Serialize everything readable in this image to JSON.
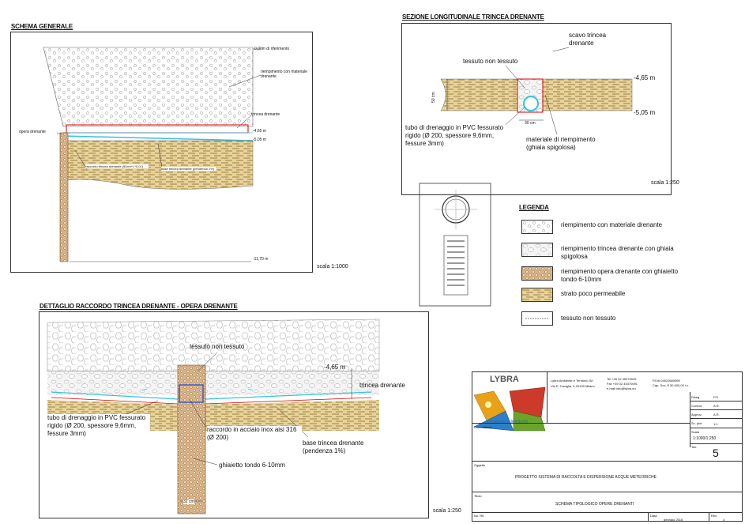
{
  "schema_generale": {
    "title": "SCHEMA GENERALE",
    "label_riferimento": "0,00m di riferimento",
    "label_riempimento": "riempimento con materiale drenante",
    "label_trincea": "trincea drenante",
    "label_opera": "opera drenante",
    "label_m465": "-4,65 m",
    "label_m505": "-5,05 m",
    "label_raccordo": "raccordo trincea drenante (50cm+L*0,01)",
    "label_base": "base trincea drenante (pendenza 1%)",
    "label_m1170": "-11,70 m",
    "scale": "scala 1:1000"
  },
  "sezione": {
    "title": "SEZIONE LONGITUDINALE TRINCEA DRENANTE",
    "label_scavo": "scavo trincea drenante",
    "label_tessuto": "tessuto non tessuto",
    "label_m465": "-4,65 m",
    "label_m505": "-5,05 m",
    "label_50cm": "50 cm",
    "label_30cm": "30 cm",
    "label_tubo": "tubo di drenaggio in PVC fessurato rigido (Ø 200, spessore 9,6mm, fessure 3mm)",
    "label_materiale": "materiale di riempimento (ghiaia spigolosa)",
    "scale": "scala 1:250"
  },
  "legenda": {
    "title": "LEGENDA",
    "items": [
      "riempimento con materiale drenante",
      "riempimento trincea drenante con ghiaia spigolosa",
      "riempimento opera drenante con ghiaietto tondo 6-10mm",
      "strato poco permeabile",
      "tessuto non tessuto"
    ]
  },
  "dettaglio": {
    "title": "DETTAGLIO RACCORDO TRINCEA DRENANTE - OPERA DRENANTE",
    "label_tessuto": "tessuto non tessuto",
    "label_m465": "-4,65 m",
    "label_trincea": "trincea drenante",
    "label_tubo": "tubo di drenaggio in PVC fessurato rigido (Ø 200, spessore 9,6mm, fessure 3mm)",
    "label_raccordo": "raccordo in acciaio inox aisi 316 (Ø 200)",
    "label_base": "base trincea drenante (pendenza 1%)",
    "label_ghiaietto": "ghiaietto tondo 6-10mm",
    "label_32cm": "32 cm",
    "scale": "scala 1:250"
  },
  "cartiglio": {
    "logo_text": "LYBRA",
    "logo_sub": "ambiente e territorio",
    "company": "Lybra Ambiente e Territorio Srl",
    "address": "Via E. Caviglia, 9-20139 Milano",
    "tel": "Tel +39 02 45470039",
    "fax": "Fax +39 02 45470091",
    "email": "e-mail info@lybra.eu",
    "piva": "P.IVA 04522660969",
    "capsoc": "Cap. Soc. € 30.000,00 i.v.",
    "disegn_label": "Diseg.",
    "disegn_val": "P.S.",
    "control_label": "Control.",
    "control_val": "A.R.",
    "approv_label": "Approv.",
    "approv_val": "A.R.",
    "scplot_label": "Sc. plot.",
    "scplot_val": "1:1",
    "scala_label": "Scala",
    "scala_val": "1:1000/1:250",
    "tav_label": "Tav.",
    "tav_val": "5",
    "committente_label": "Committente",
    "oggetto_label": "Oggetto",
    "oggetto_val": "PROGETTO SISTEMA DI RACCOLTA E DISPERSIONE ACQUE METEORICHE",
    "titolo_label": "Titolo",
    "titolo_val": "SCHEMA TIPOLOGICO OPERE DRENANTI",
    "nrif_label": "No. Rif.",
    "data_label": "Data",
    "data_val": "gennaio 2016",
    "rev_label": "Rev.",
    "rev_val": "3"
  }
}
